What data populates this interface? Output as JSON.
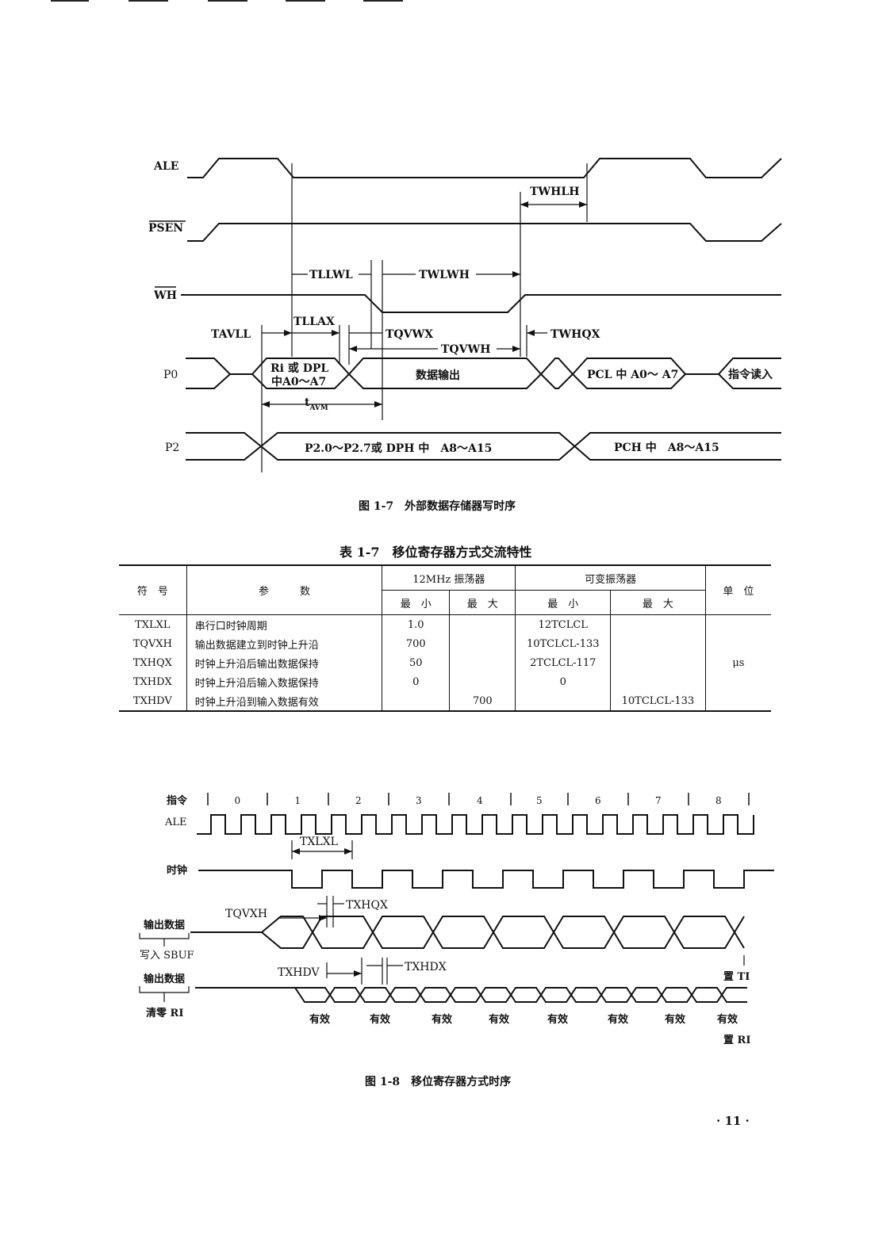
{
  "figure1": {
    "caption": "图 1-7　外部数据存储器写时序",
    "signals": {
      "ale": "ALE",
      "psen": "PSEN",
      "wh": "WH",
      "p0": "P0",
      "p2": "P2"
    },
    "timings": {
      "twhlh": "TWHLH",
      "tllwl": "TLLWL",
      "twlwh": "TWLWH",
      "tavll": "TAVLL",
      "tllax": "TLLAX",
      "tqvwx": "TQVWX",
      "tqvwh": "TQVWH",
      "twhqx": "TWHQX",
      "tavm_t": "t",
      "tavm_sub": "AVM"
    },
    "p0_labels": {
      "ri_dpl_1": "Ri 或 DPL",
      "ri_dpl_2": "中A0～A7",
      "data_out": "数据输出",
      "pcl": "PCL 中 A0～ A7",
      "instr_read": "指令读入"
    },
    "p2_labels": {
      "p2_dph": "P2.0～P2.7或 DPH 中　A8～A15",
      "pch": "PCH 中　A8～A15"
    }
  },
  "table": {
    "caption": "表 1-7　移位寄存器方式交流特性",
    "headers": {
      "symbol": "符　号",
      "param": "参　　　数",
      "osc12": "12MHz 振荡器",
      "var_osc": "可变振荡器",
      "unit": "单　位",
      "min": "最　小",
      "max": "最　大"
    },
    "rows": [
      {
        "symbol": "TXLXL",
        "param": "串行口时钟周期",
        "min12": "1.0",
        "max12": "",
        "minv": "12TCLCL",
        "maxv": ""
      },
      {
        "symbol": "TQVXH",
        "param": "输出数据建立到时钟上升沿",
        "min12": "700",
        "max12": "",
        "minv": "10TCLCL-133",
        "maxv": ""
      },
      {
        "symbol": "TXHQX",
        "param": "时钟上升沿后输出数据保持",
        "min12": "50",
        "max12": "",
        "minv": "2TCLCL-117",
        "maxv": ""
      },
      {
        "symbol": "TXHDX",
        "param": "时钟上升沿后输入数据保持",
        "min12": "0",
        "max12": "",
        "minv": "0",
        "maxv": ""
      },
      {
        "symbol": "TXHDV",
        "param": "时钟上升沿到输入数据有效",
        "min12": "",
        "max12": "700",
        "minv": "",
        "maxv": "10TCLCL-133"
      }
    ],
    "unit": "μs"
  },
  "figure2": {
    "caption": "图 1-8　移位寄存器方式时序",
    "labels": {
      "instr": "指令",
      "ale": "ALE",
      "clock": "时钟",
      "out_data": "输出数据",
      "write_sbuf": "写入 SBUF",
      "in_data": "输出数据",
      "clear_ri": "清零 RI",
      "txlxl": "TXLXL",
      "tqvxh": "TQVXH",
      "txhqx": "TXHQX",
      "txhdv": "TXHDV",
      "txhdx": "TXHDX",
      "set_ti": "置 TI",
      "set_ri": "置 RI"
    },
    "instr_numbers": [
      "0",
      "1",
      "2",
      "3",
      "4",
      "5",
      "6",
      "7",
      "8"
    ],
    "valid_labels": [
      "有效",
      "有效",
      "有效",
      "有效",
      "有效",
      "有效",
      "有效",
      "有效"
    ]
  },
  "page_number": "· 11 ·"
}
